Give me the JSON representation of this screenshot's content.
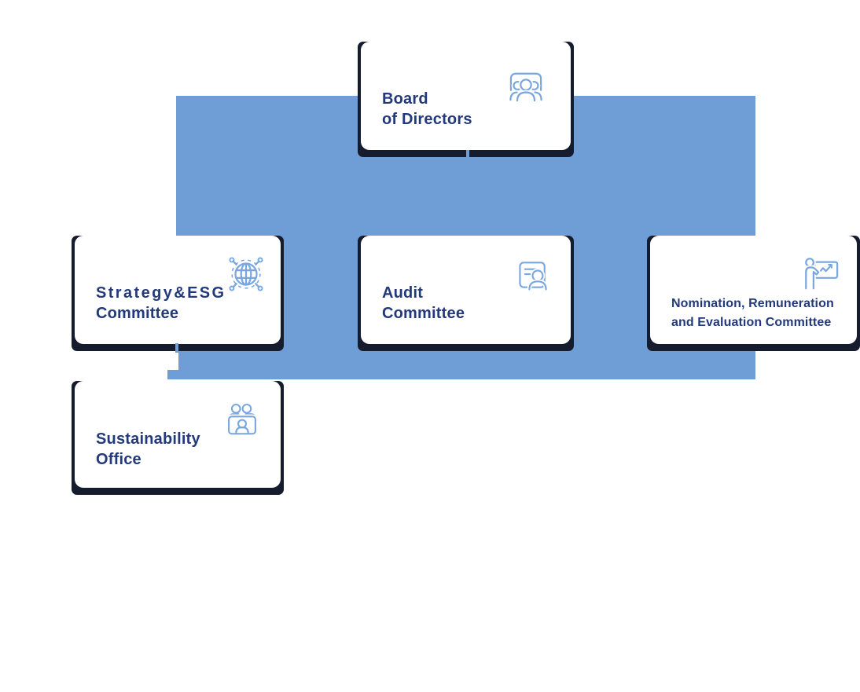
{
  "colors": {
    "page_background": "#ffffff",
    "band_blue": "#6f9dd5",
    "shadow_navy": "#151c2e",
    "card_white": "#ffffff",
    "text_navy": "#233a7a",
    "icon_blue": "#7aa6e0"
  },
  "nodes": {
    "board": {
      "line1": "Board",
      "line2": "of Directors",
      "icon": "audience-icon"
    },
    "strategy": {
      "line1": "Strategy&ESG",
      "line2": "Committee",
      "icon": "globe-network-icon"
    },
    "audit": {
      "line1": "Audit",
      "line2": "Committee",
      "icon": "document-person-icon"
    },
    "nomination": {
      "line1": "Nomination, Remuneration",
      "line2": "and Evaluation Committee",
      "icon": "presenter-chart-icon"
    },
    "sustainability": {
      "line1": "Sustainability",
      "line2": "Office",
      "icon": "meeting-icon"
    }
  }
}
